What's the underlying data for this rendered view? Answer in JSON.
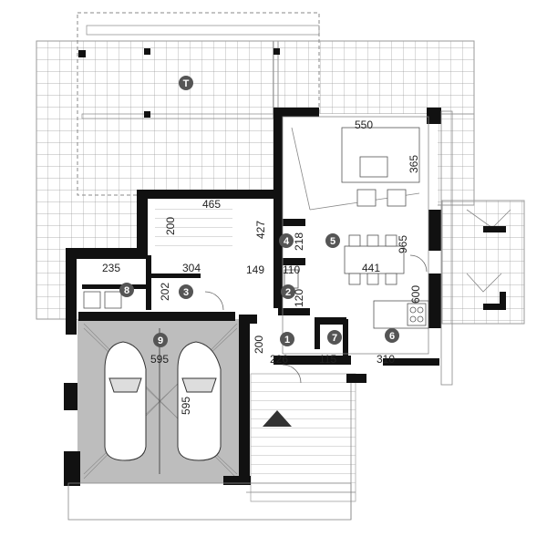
{
  "rooms": [
    {
      "id": "T",
      "label": "T"
    },
    {
      "id": "1",
      "label": "1"
    },
    {
      "id": "2",
      "label": "2"
    },
    {
      "id": "3",
      "label": "3"
    },
    {
      "id": "4",
      "label": "4"
    },
    {
      "id": "5",
      "label": "5"
    },
    {
      "id": "6",
      "label": "6"
    },
    {
      "id": "7",
      "label": "7"
    },
    {
      "id": "8",
      "label": "8"
    },
    {
      "id": "9",
      "label": "9"
    }
  ],
  "dimensions": {
    "living_width": "550",
    "living_depth": "365",
    "stair_width": "465",
    "stair_depth": "200",
    "hall_upper": "427",
    "wc_depth": "218",
    "wc_width": "110",
    "hall_width": "149",
    "hall_depth": "120",
    "living_dining_depth": "965",
    "dining_width": "441",
    "kitchen_depth": "600",
    "kitchen_width": "310",
    "boiler_width": "235",
    "utility_width": "304",
    "utility_depth": "202",
    "entry_depth": "200",
    "entry_width": "226",
    "pantry_width": "115",
    "garage_width": "595",
    "garage_depth": "595"
  },
  "colors": {
    "wall": "#111111",
    "grid": "#9a9a9a",
    "garage_floor": "#bdbdbd",
    "badge": "#555555",
    "line": "#888888"
  },
  "icons": {
    "entrance": "entrance-arrow-icon",
    "car": "car-icon"
  }
}
